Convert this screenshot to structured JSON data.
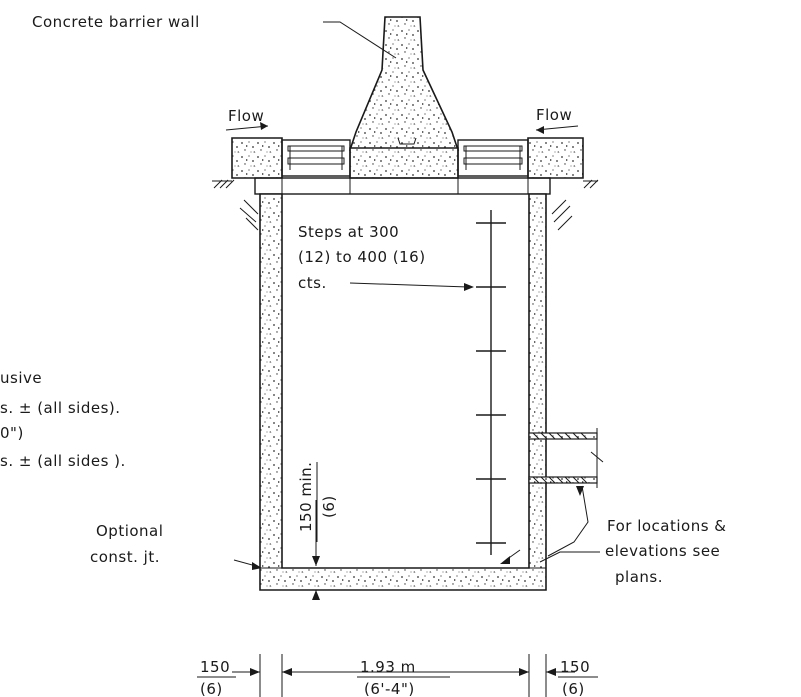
{
  "labels": {
    "barrier": "Concrete barrier wall",
    "flow_left": "Flow",
    "flow_right": "Flow",
    "steps_line1": "Steps at 300",
    "steps_line2": "(12) to 400 (16)",
    "steps_line3": "cts.",
    "note_line1": "usive",
    "note_line2": "s. ± (all sides).",
    "note_line3": "0\")",
    "note_line4": "s. ± (all sides ).",
    "min_num": "150 min.",
    "min_den": "(6)",
    "optional1": "Optional",
    "optional2": "const. jt.",
    "locations1": "For locations &",
    "locations2": "elevations see",
    "locations3": "plans."
  },
  "dimensions": {
    "left_num": "150",
    "left_den": "(6)",
    "mid_num": "1.93  m",
    "mid_den": "(6'-4\")",
    "right_num": "150",
    "right_den": "(6)"
  },
  "colors": {
    "line": "#1a1a1a",
    "background": "#ffffff"
  }
}
